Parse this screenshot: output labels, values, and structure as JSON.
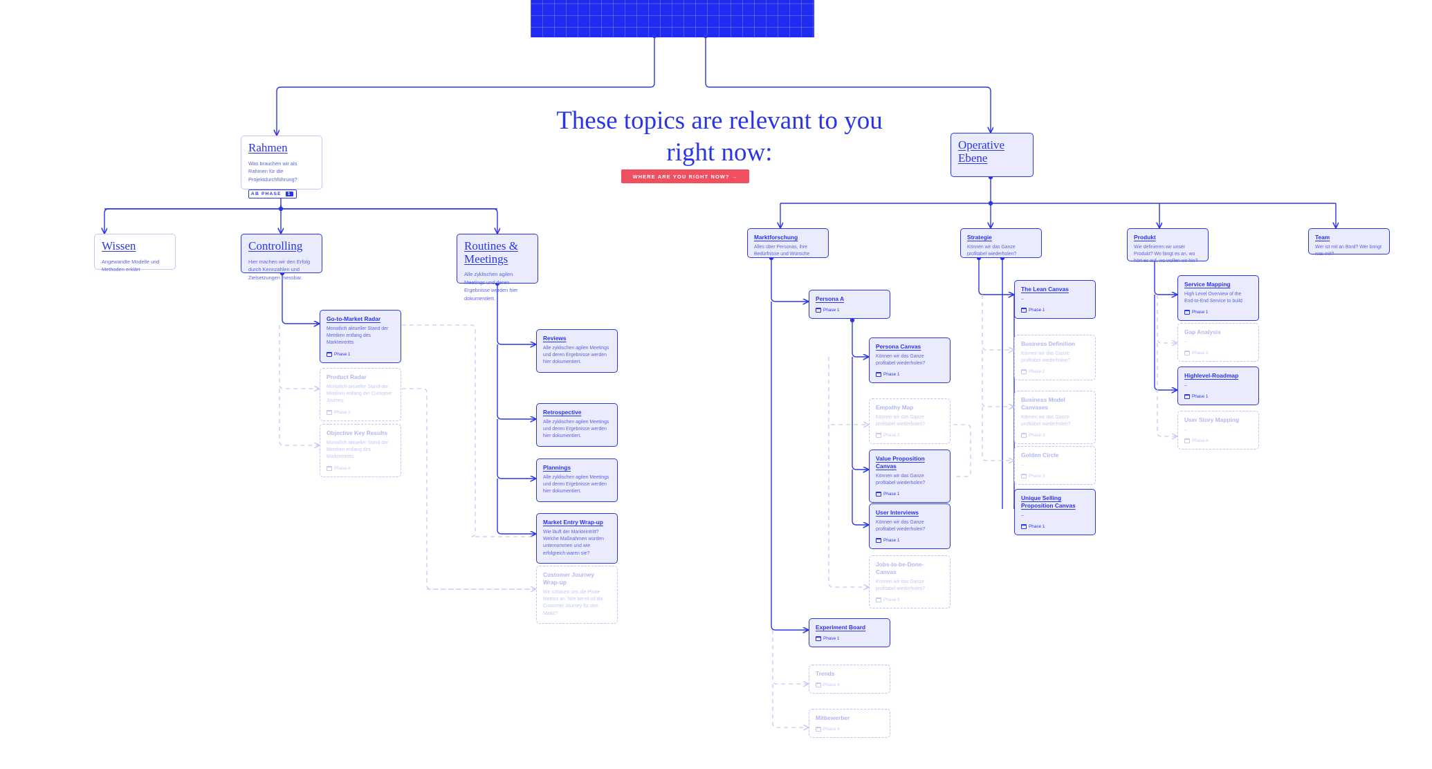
{
  "headline": {
    "line1": "These topics are relevant to you",
    "line2": "right now:"
  },
  "cta": {
    "label": "WHERE ARE YOU RIGHT NOW?  →"
  },
  "colors": {
    "accent": "#2a35e8",
    "cta": "#ef4f5f",
    "fill_active": "#eaecfd",
    "muted": "#b0b7f3"
  },
  "top_panel": {
    "name": "blue-grid-panel"
  },
  "branches": {
    "rahmen": {
      "title": "Rahmen",
      "desc": "Was brauchen wir als Rahmen für die Projektdurchführung?",
      "badge_label": "AB PHASE",
      "badge_number": "1"
    },
    "operative": {
      "title": "Operative\nEbene",
      "title_l1": "Operative",
      "title_l2": "Ebene",
      "desc": ""
    },
    "wissen": {
      "title": "Wissen",
      "desc": "Angewandte Modelle und Methoden erklärt"
    },
    "controlling": {
      "title": "Controlling",
      "desc": "Hier machen wir den Erfolg durch Kennzahlen und Zielsetzungen messbar."
    },
    "routines": {
      "title_l1": "Routines &",
      "title_l2": "Meetings",
      "desc": "Alle zyklischen agilen Meetings und deren Ergebnisse werden hier dokumentiert."
    },
    "marktforschung": {
      "title": "Marktforschung",
      "desc": "Alles über Personas, ihre Bedürfnisse und Wünsche"
    },
    "strategie": {
      "title": "Strategie",
      "desc": "Können wir das Ganze profitabel wiederholen?"
    },
    "produkt": {
      "title": "Produkt",
      "desc": "Wie definieren wir unser Produkt? Wo fängt es an, wo hört es auf, wo wollen wir hin?"
    },
    "team": {
      "title": "Team",
      "desc": "Wer ist mit an Bord? Wer bringt was mit?"
    }
  },
  "cards": {
    "controlling": [
      {
        "title": "Go-to-Market Radar",
        "desc": "Monatlich aktueller Stand der Metriken entlang des Markteintritts",
        "phase": "Phase 1",
        "active": true
      },
      {
        "title": "Product Radar",
        "desc": "Monatlich aktueller Stand der Metriken entlang der Customer Journey.",
        "phase": "Phase 3",
        "active": false
      },
      {
        "title": "Objective Key Results",
        "desc": "Monatlich aktueller Stand der Metriken entlang des Markteintritts",
        "phase": "Phase 4",
        "active": false
      }
    ],
    "routines": [
      {
        "title": "Reviews",
        "desc": "Alle zyklischen agilen Meetings und deren Ergebnisse werden hier dokumentiert.",
        "phase": "",
        "active": true
      },
      {
        "title": "Retrospective",
        "desc": "Alle zyklischen agilen Meetings und deren Ergebnisse werden hier dokumentiert.",
        "phase": "",
        "active": true
      },
      {
        "title": "Plannings",
        "desc": "Alle zyklischen agilen Meetings und deren Ergebnisse werden hier dokumentiert.",
        "phase": "",
        "active": true
      },
      {
        "title": "Market Entry Wrap-up",
        "desc": "Wie läuft der Markteintritt? Welche Maßnahmen wurden unternommen und wie erfolgreich waren sie?",
        "phase": "",
        "active": true
      },
      {
        "title": "Customer Journey Wrap-up",
        "desc": "Wir schauen uns die Pirate Metrics an. Wie bereit ist die Customer Journey für den Markt?",
        "phase": "",
        "active": false
      }
    ],
    "marktforschung_main": [
      {
        "title": "Persona A",
        "desc": "",
        "phase": "Phase 1",
        "active": true
      }
    ],
    "persona_children": [
      {
        "title": "Persona Canvas",
        "desc": "Können wir das Ganze profitabel wiederholen?",
        "phase": "Phase 1",
        "active": true
      },
      {
        "title": "Empathy Map",
        "desc": "Können wir das Ganze profitabel wiederholen?",
        "phase": "Phase 2",
        "active": false
      },
      {
        "title": "Value Proposition Canvas",
        "desc": "Können wir das Ganze profitabel wiederholen?",
        "phase": "Phase 1",
        "active": true
      },
      {
        "title": "User Interviews",
        "desc": "Können wir das Ganze profitabel wiederholen?",
        "phase": "Phase 1",
        "active": true
      },
      {
        "title": "Jobs-to-be-Done-Canvas",
        "desc": "Können wir das Ganze profitabel wiederholen?",
        "phase": "Phase 3",
        "active": false
      }
    ],
    "marktforschung_bottom": [
      {
        "title": "Experiment Board",
        "desc": "",
        "phase": "Phase 1",
        "active": true
      },
      {
        "title": "Trends",
        "desc": "",
        "phase": "Phase 4",
        "active": false
      },
      {
        "title": "Mitbewerber",
        "desc": "",
        "phase": "Phase 4",
        "active": false
      }
    ],
    "strategie": [
      {
        "title": "The Lean Canvas",
        "desc": "–",
        "phase": "Phase 1",
        "active": true
      },
      {
        "title": "Business Definition",
        "desc": "Können wir das Ganze profitabel wiederholen?",
        "phase": "Phase 2",
        "active": false
      },
      {
        "title": "Business Model Canvases",
        "desc": "Können wir das Ganze profitabel wiederholen?",
        "phase": "Phase 3",
        "active": false
      },
      {
        "title": "Golden Circle",
        "desc": "–",
        "phase": "Phase 3",
        "active": false
      },
      {
        "title": "Unique Selling Proposition Canvas",
        "desc": "–",
        "phase": "Phase 1",
        "active": true
      }
    ],
    "produkt": [
      {
        "title": "Service Mapping",
        "desc": "High Level Overview of the End-to-End Service to build",
        "phase": "Phase 1",
        "active": true
      },
      {
        "title": "Gap Analysis",
        "desc": "–",
        "phase": "Phase 3",
        "active": false
      },
      {
        "title": "Highlevel-Roadmap",
        "desc": "–",
        "phase": "Phase 1",
        "active": true
      },
      {
        "title": "User Story Mapping",
        "desc": "–",
        "phase": "Phase 4",
        "active": false
      }
    ]
  }
}
